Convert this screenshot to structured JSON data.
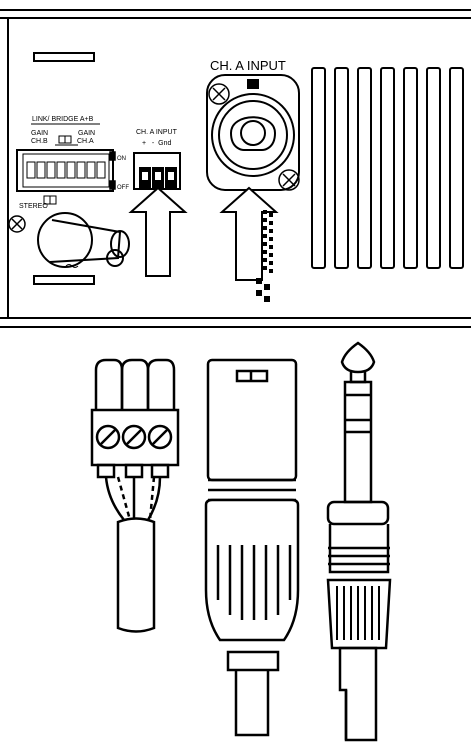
{
  "panel": {
    "input_title": "CH. A  INPUT",
    "link_bridge_label": "LINK/ BRIDGE A+B",
    "gain_b_label": [
      "GAIN",
      "CH.B"
    ],
    "gain_a_label": [
      "GAIN",
      "CH.A"
    ],
    "on_label": "ON",
    "off_label": "OFF",
    "stereo_label": "STEREO",
    "terminal_title": "CH. A  INPUT",
    "terminal_pins": "+   -  Gnd"
  },
  "connectors": [
    {
      "name": "screw-terminal-plug"
    },
    {
      "name": "xlr-plug"
    },
    {
      "name": "trs-jack-plug"
    }
  ],
  "colors": {
    "ink": "#000000",
    "paper": "#ffffff"
  }
}
